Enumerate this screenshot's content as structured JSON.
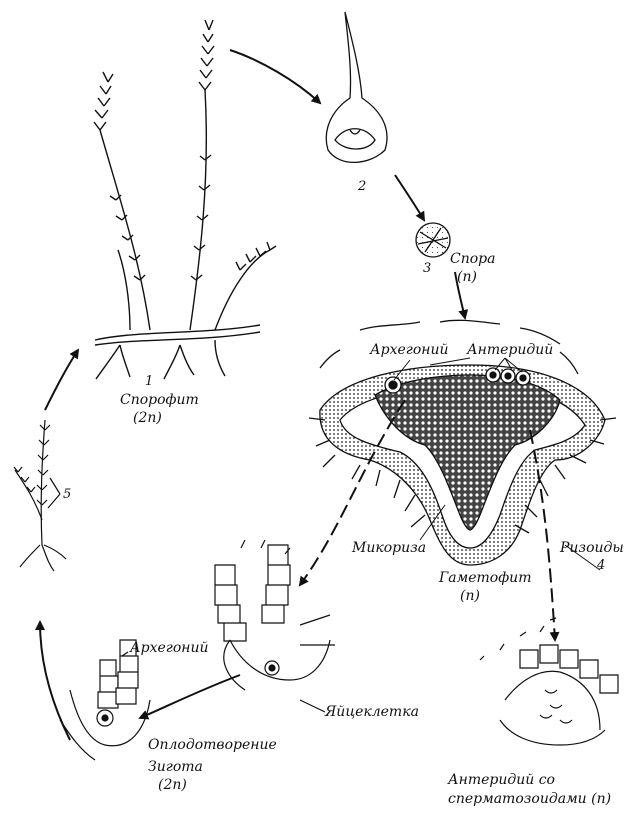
{
  "labels": {
    "n1": "1",
    "sporophyte": "Спорофит",
    "sporophyte_ploidy": "(2n)",
    "n2": "2",
    "n3": "3",
    "spore": "Спора",
    "spore_ploidy": "(n)",
    "archegonium_top": "Архегоний",
    "antheridium_top": "Антеридий",
    "mycorrhiza": "Микориза",
    "rhizoids": "Ризоиды",
    "n4": "4",
    "gametophyte": "Гаметофит",
    "gametophyte_ploidy": "(n)",
    "n5": "5",
    "archegonium_bottom": "Архегоний",
    "egg_cell": "Яйцеклетка",
    "fertilization": "Оплодотворение",
    "zygote": "Зигота",
    "zygote_ploidy": "(2n)",
    "antheridium_bottom_line1": "Антеридий   со",
    "antheridium_bottom_line2": "сперматозоидами (n)"
  }
}
